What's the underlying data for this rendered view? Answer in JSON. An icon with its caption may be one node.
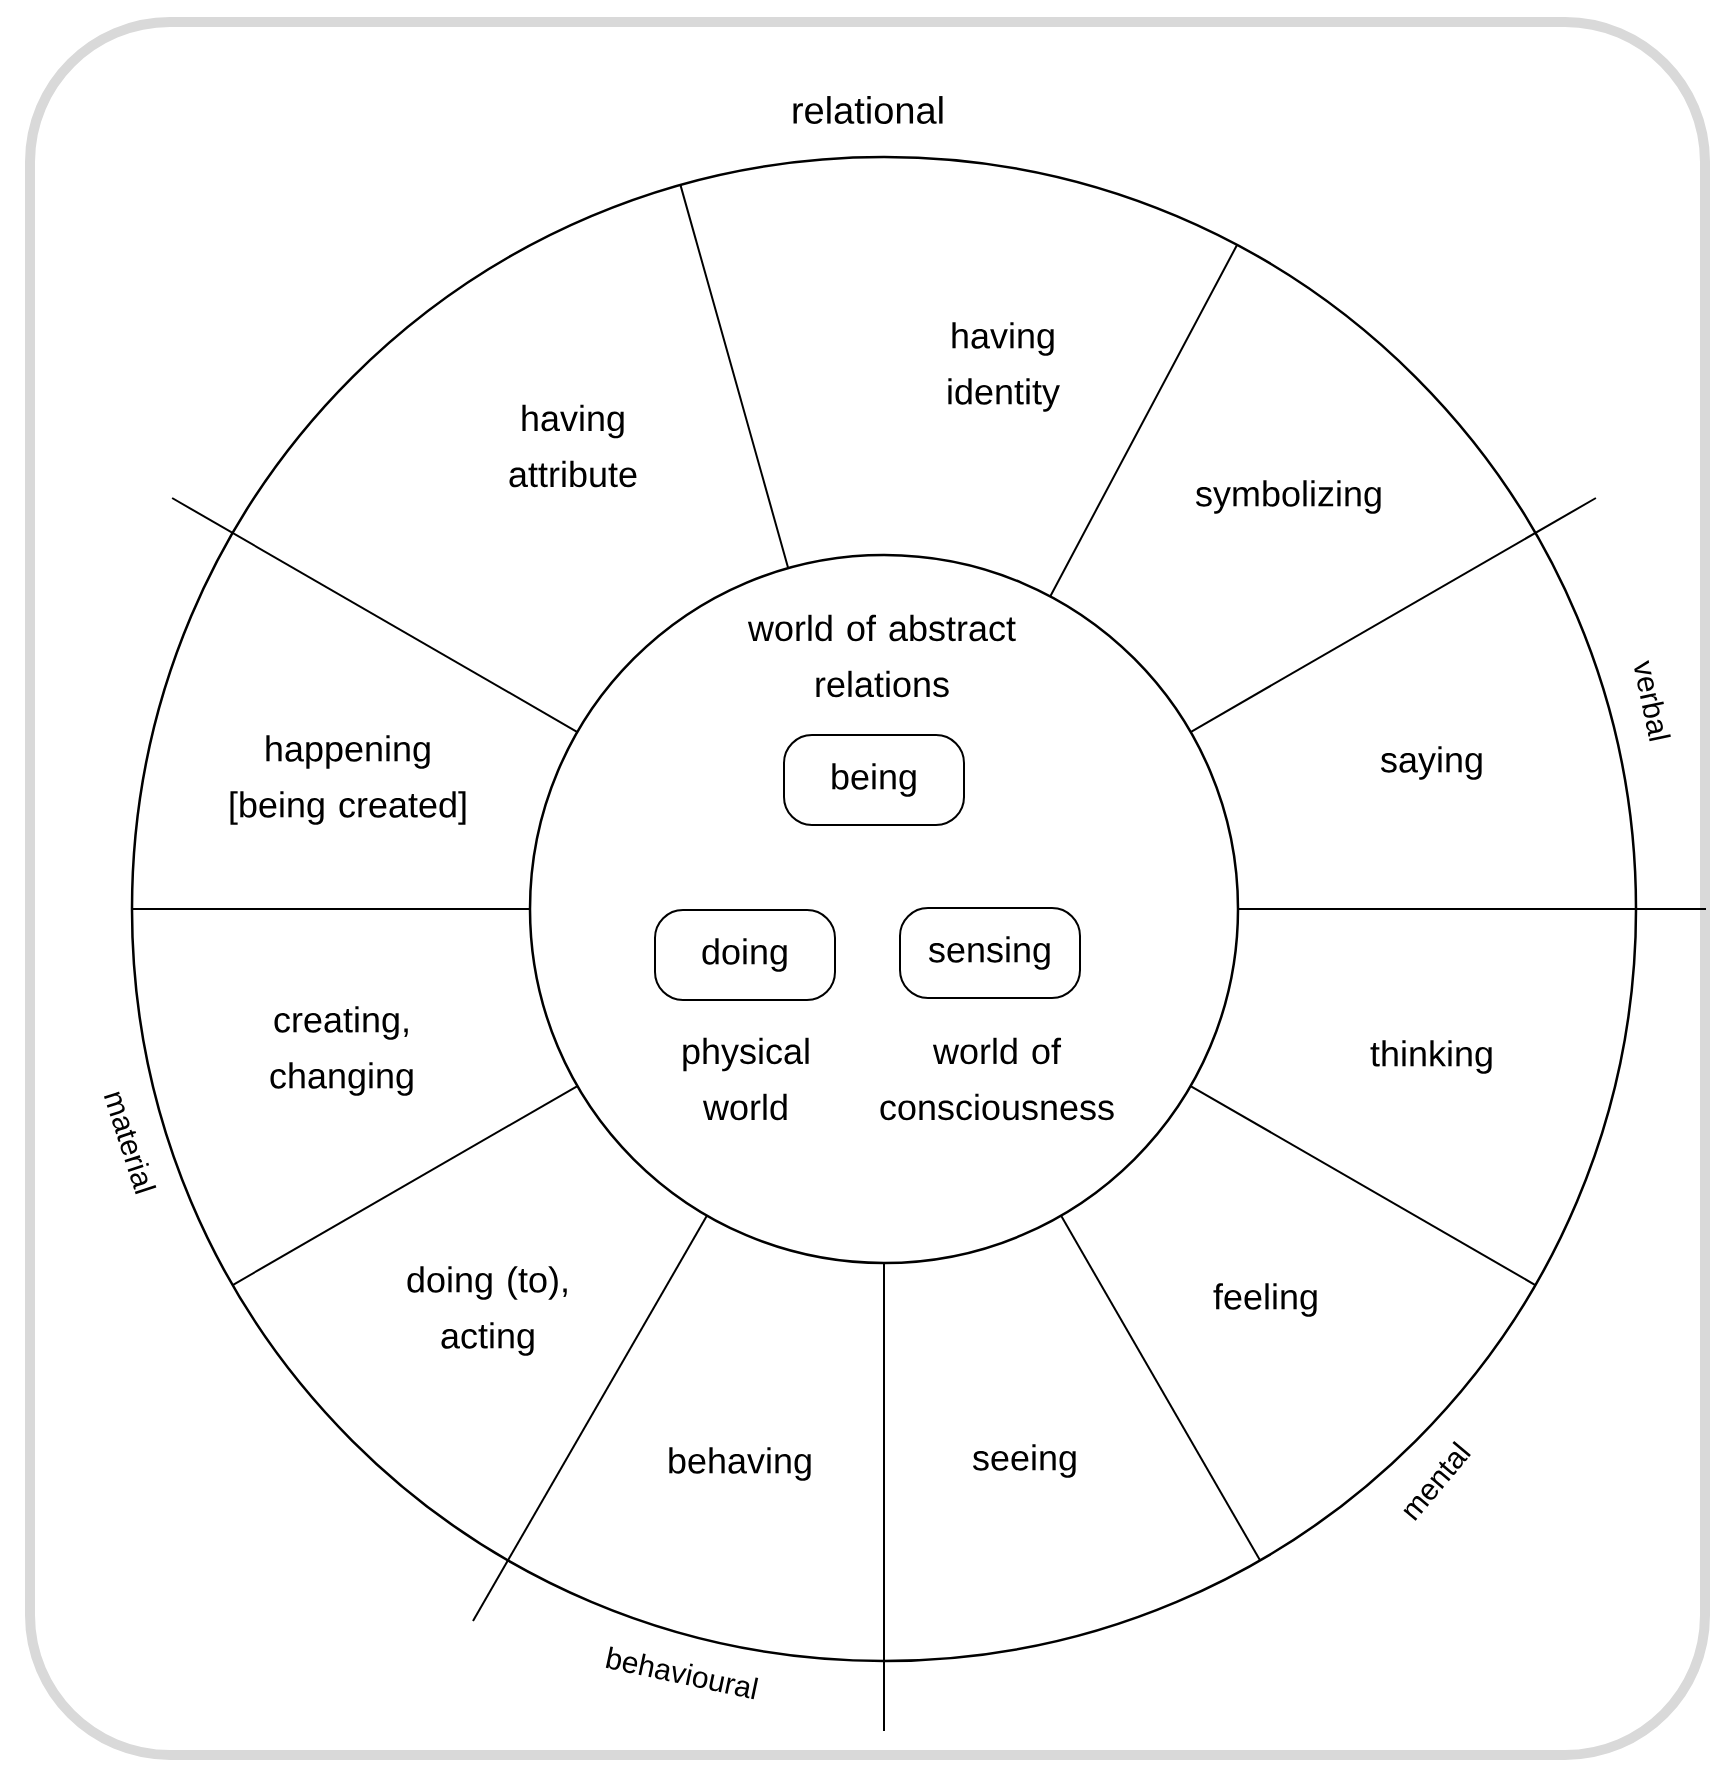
{
  "diagram": {
    "nodes": [
      {
        "text": [
          "world of abstract relations",
          "physical world",
          "world of consciousness"
        ]
      },
      {
        "text": [
          "being"
        ],
        "in": 0
      },
      {
        "text": [
          "doing"
        ],
        "in": 0
      },
      {
        "text": [
          "sensing"
        ],
        "in": 0
      },
      {
        "text": [
          "having attribute"
        ]
      },
      {
        "text": [
          "having identity"
        ]
      },
      {
        "text": [
          "symbolizing"
        ]
      },
      {
        "text": [
          "saying"
        ]
      },
      {
        "text": [
          "thinking"
        ]
      },
      {
        "text": [
          "feeling"
        ]
      },
      {
        "text": [
          "seeing"
        ]
      },
      {
        "text": [
          "behaving"
        ]
      },
      {
        "text": [
          "doing (to), acting"
        ]
      },
      {
        "text": [
          "creating, changing"
        ]
      },
      {
        "text": [
          "happening [being created]"
        ]
      }
    ],
    "labels": [
      "relational",
      "verbal",
      "mental",
      "behavioural",
      "material"
    ]
  }
}
